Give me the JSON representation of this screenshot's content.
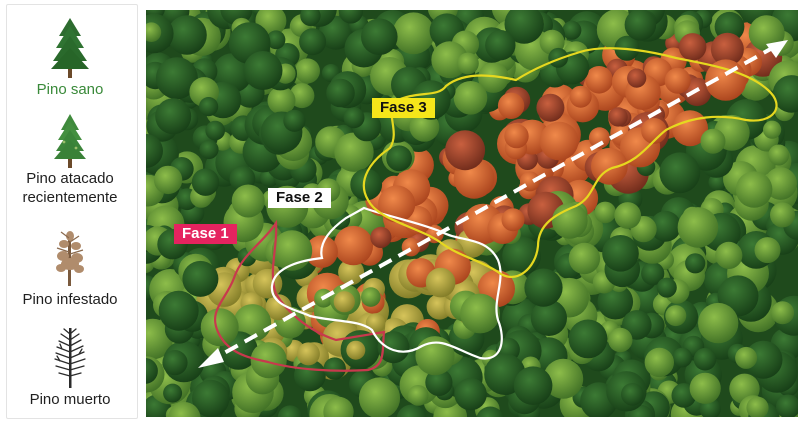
{
  "legend": {
    "items": [
      {
        "label": "Pino sano",
        "color": "#3a8a3a"
      },
      {
        "label": "Pino atacado recientemente",
        "color": "#1f1f1f"
      },
      {
        "label": "Pino infestado",
        "color": "#1f1f1f"
      },
      {
        "label": "Pino muerto",
        "color": "#1f1f1f"
      }
    ]
  },
  "photo": {
    "phases": [
      {
        "label": "Fase 1",
        "bg": "#e5235f",
        "fg": "#ffffff",
        "outline": "#c8394d"
      },
      {
        "label": "Fase 2",
        "bg": "#ffffff",
        "fg": "#111111",
        "outline": "#ffffff"
      },
      {
        "label": "Fase 3",
        "bg": "#f5e61a",
        "fg": "#111111",
        "outline": "#e6d81f"
      }
    ],
    "arrow_color": "#ffffff"
  }
}
